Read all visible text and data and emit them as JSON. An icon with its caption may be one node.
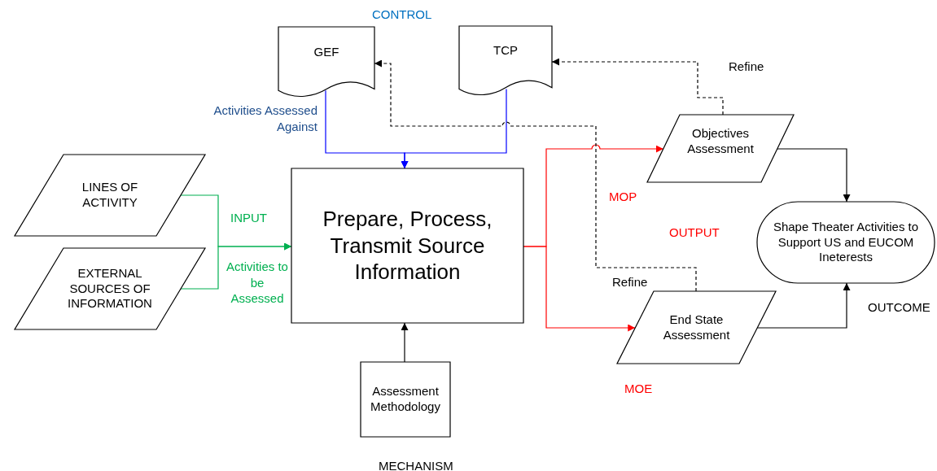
{
  "diagram": {
    "nodes": [
      {
        "text": [
          "GEF"
        ]
      },
      {
        "text": [
          "TCP"
        ]
      },
      {
        "text": [
          "LINES OF ACTIVITY"
        ]
      },
      {
        "text": [
          "EXTERNAL SOURCES OF INFORMATION"
        ]
      },
      {
        "text": [
          "Prepare, Process, Transmit Source Information"
        ]
      },
      {
        "text": [
          "Assessment Methodology"
        ]
      },
      {
        "text": [
          "Objectives Assessment"
        ]
      },
      {
        "text": [
          "End State Assessment"
        ]
      },
      {
        "text": [
          "Shape Theater Activities to Support US and EUCOM Ineterests"
        ]
      }
    ],
    "edges": [
      {
        "from": 0,
        "to": 4,
        "arrow": "to",
        "color": "#0000ff"
      },
      {
        "from": 1,
        "to": 4,
        "arrow": "to",
        "color": "#0000ff"
      },
      {
        "from": 2,
        "to": 4,
        "arrow": "to",
        "color": "#00b050"
      },
      {
        "from": 3,
        "to": 4,
        "arrow": "to",
        "color": "#00b050"
      },
      {
        "from": 5,
        "to": 4,
        "arrow": "to"
      },
      {
        "from": 4,
        "to": 6,
        "arrow": "to",
        "color": "#ff0000"
      },
      {
        "from": 4,
        "to": 7,
        "arrow": "to",
        "color": "#ff0000"
      },
      {
        "from": 6,
        "to": 1,
        "arrow": "to",
        "style": "dashed",
        "label": "Refine"
      },
      {
        "from": 7,
        "to": 0,
        "arrow": "to",
        "style": "dashed",
        "label": "Refine"
      },
      {
        "from": 6,
        "to": 8,
        "arrow": "to"
      },
      {
        "from": 7,
        "to": 8,
        "arrow": "to"
      }
    ],
    "labels": [
      "CONTROL",
      "Activities Assessed Against",
      "INPUT",
      "Activities to be Assessed",
      "MOP",
      "OUTPUT",
      "MOE",
      "OUTCOME",
      "MECHANISM"
    ]
  }
}
